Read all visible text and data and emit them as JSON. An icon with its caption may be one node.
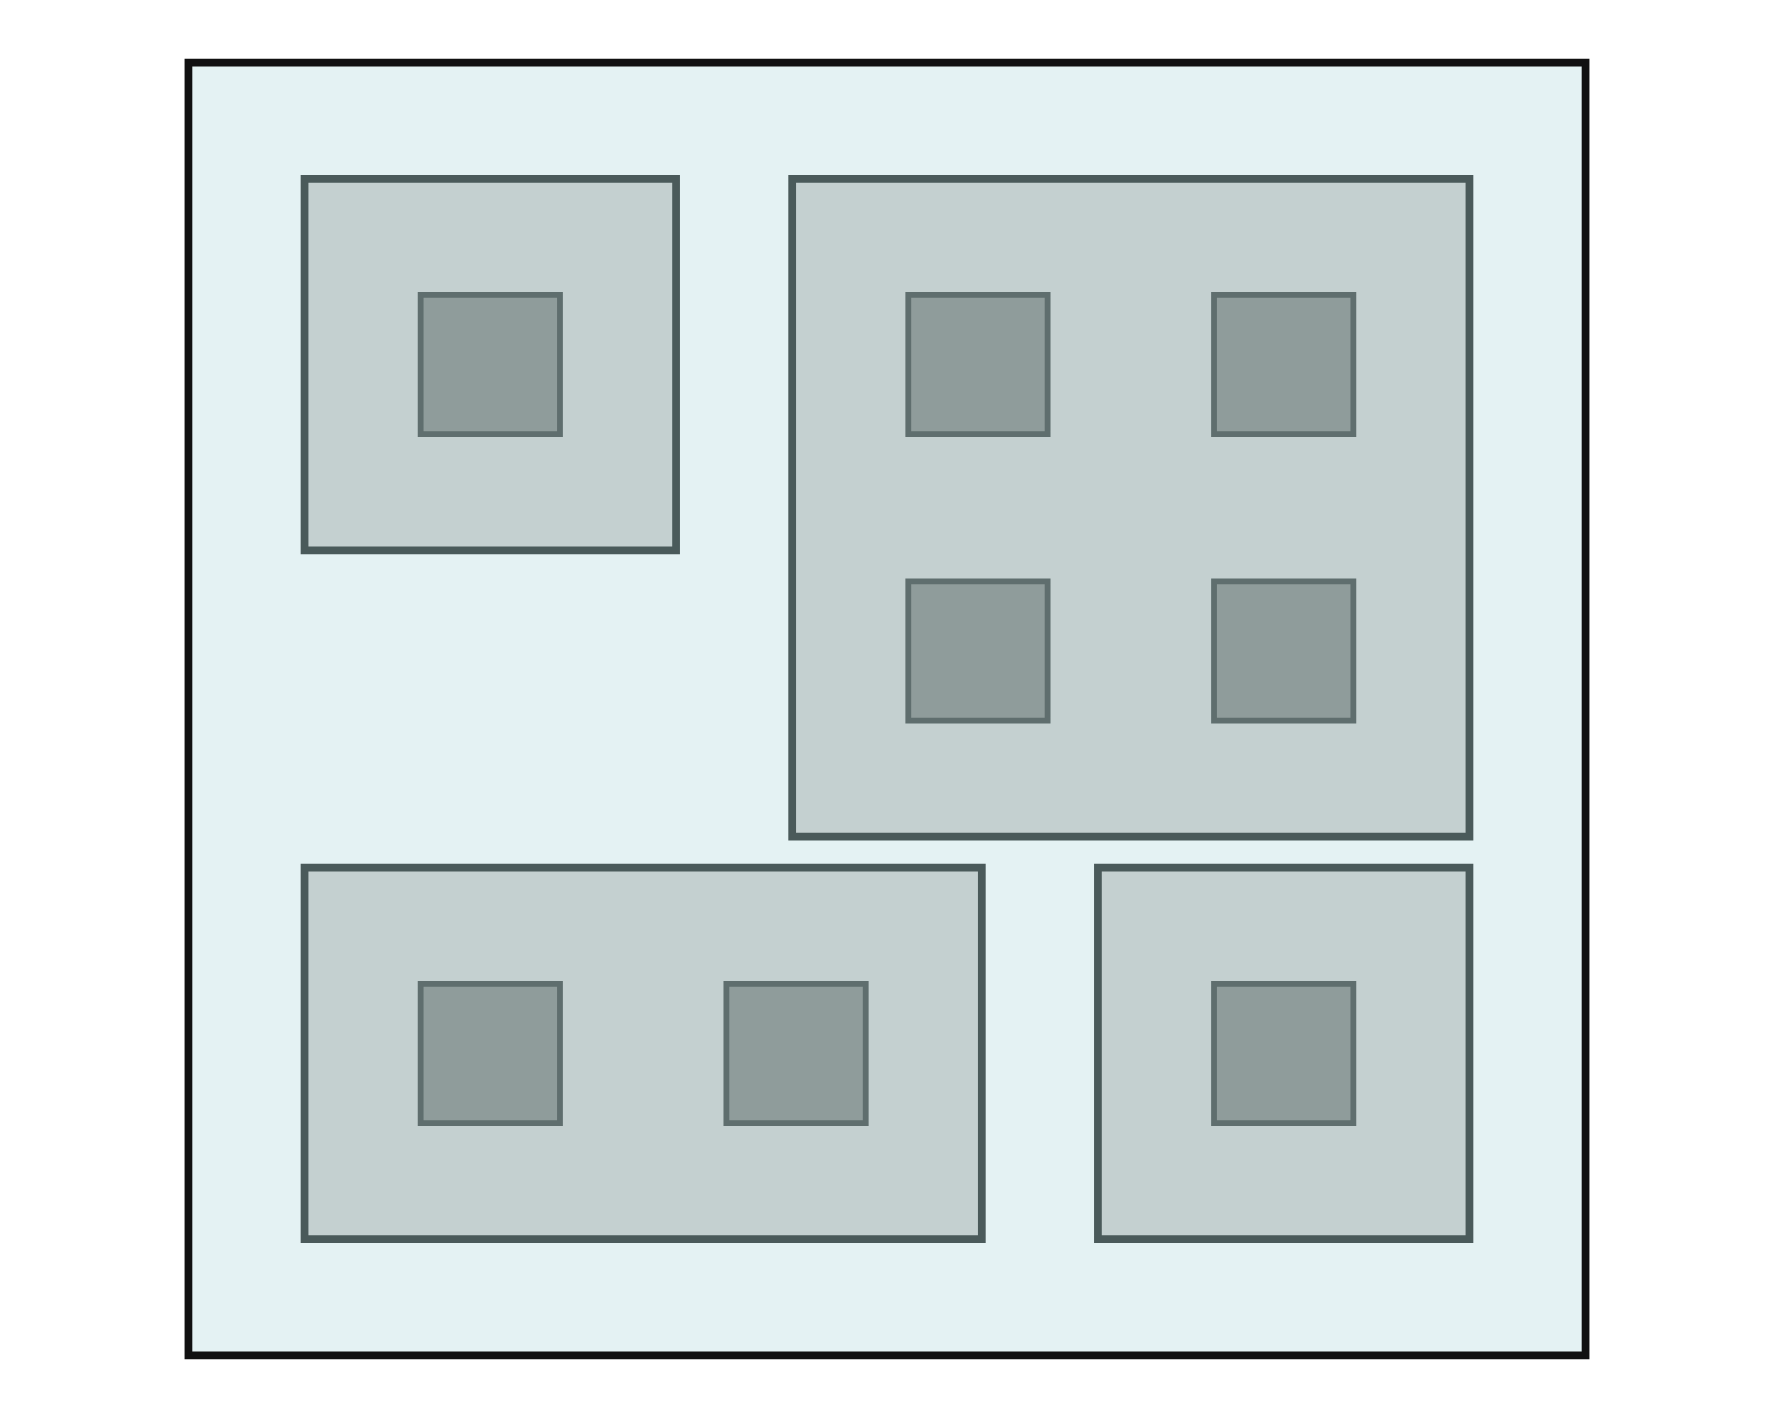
{
  "diagram": {
    "nodes": [
      {
        "text": [],
        "shape": "box"
      },
      {
        "text": [],
        "shape": "box",
        "in": 0
      },
      {
        "text": [],
        "shape": "box",
        "in": 1
      },
      {
        "text": [],
        "shape": "box",
        "in": 1
      },
      {
        "text": [],
        "shape": "box",
        "in": 1
      },
      {
        "text": [],
        "shape": "box",
        "in": 1
      },
      {
        "text": [],
        "shape": "box",
        "in": 0
      },
      {
        "text": [],
        "shape": "box",
        "in": 6
      },
      {
        "text": [],
        "shape": "box",
        "in": 0
      },
      {
        "text": [],
        "shape": "box",
        "in": 8
      },
      {
        "text": [],
        "shape": "box",
        "in": 0
      },
      {
        "text": [],
        "shape": "box",
        "in": 10
      },
      {
        "text": [],
        "shape": "box",
        "in": 10
      }
    ]
  }
}
